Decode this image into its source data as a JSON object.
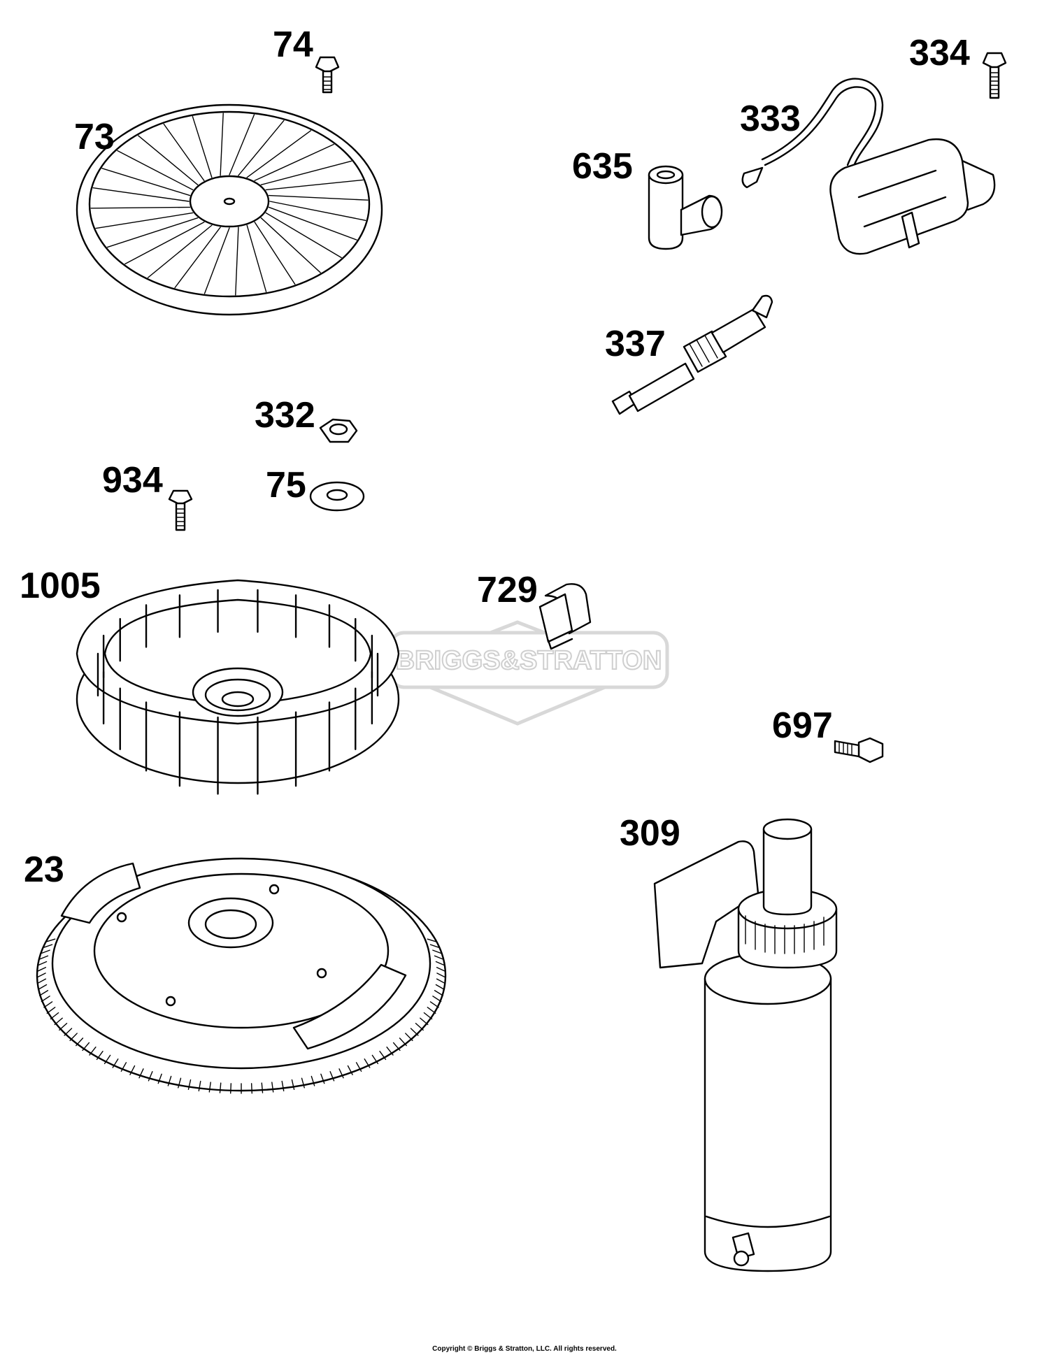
{
  "parts": [
    {
      "id": "part-74",
      "number": "74",
      "name": "bolt"
    },
    {
      "id": "part-73",
      "number": "73",
      "name": "rotating-screen"
    },
    {
      "id": "part-334",
      "number": "334",
      "name": "screw"
    },
    {
      "id": "part-333",
      "number": "333",
      "name": "armature-magneto"
    },
    {
      "id": "part-635",
      "number": "635",
      "name": "spark-plug-boot"
    },
    {
      "id": "part-337",
      "number": "337",
      "name": "spark-plug"
    },
    {
      "id": "part-332",
      "number": "332",
      "name": "nut"
    },
    {
      "id": "part-934",
      "number": "934",
      "name": "screw"
    },
    {
      "id": "part-75",
      "number": "75",
      "name": "washer"
    },
    {
      "id": "part-1005",
      "number": "1005",
      "name": "flywheel-fan"
    },
    {
      "id": "part-729",
      "number": "729",
      "name": "ground-clip"
    },
    {
      "id": "part-697",
      "number": "697",
      "name": "screw"
    },
    {
      "id": "part-309",
      "number": "309",
      "name": "starter-motor"
    },
    {
      "id": "part-23",
      "number": "23",
      "name": "flywheel"
    }
  ],
  "labels": {
    "p74": "74",
    "p73": "73",
    "p334": "334",
    "p333": "333",
    "p635": "635",
    "p337": "337",
    "p332": "332",
    "p934": "934",
    "p75": "75",
    "p1005": "1005",
    "p729": "729",
    "p697": "697",
    "p309": "309",
    "p23": "23"
  },
  "watermark": "BRIGGS&STRATTON",
  "copyright": "Copyright © Briggs & Stratton, LLC. All rights reserved."
}
